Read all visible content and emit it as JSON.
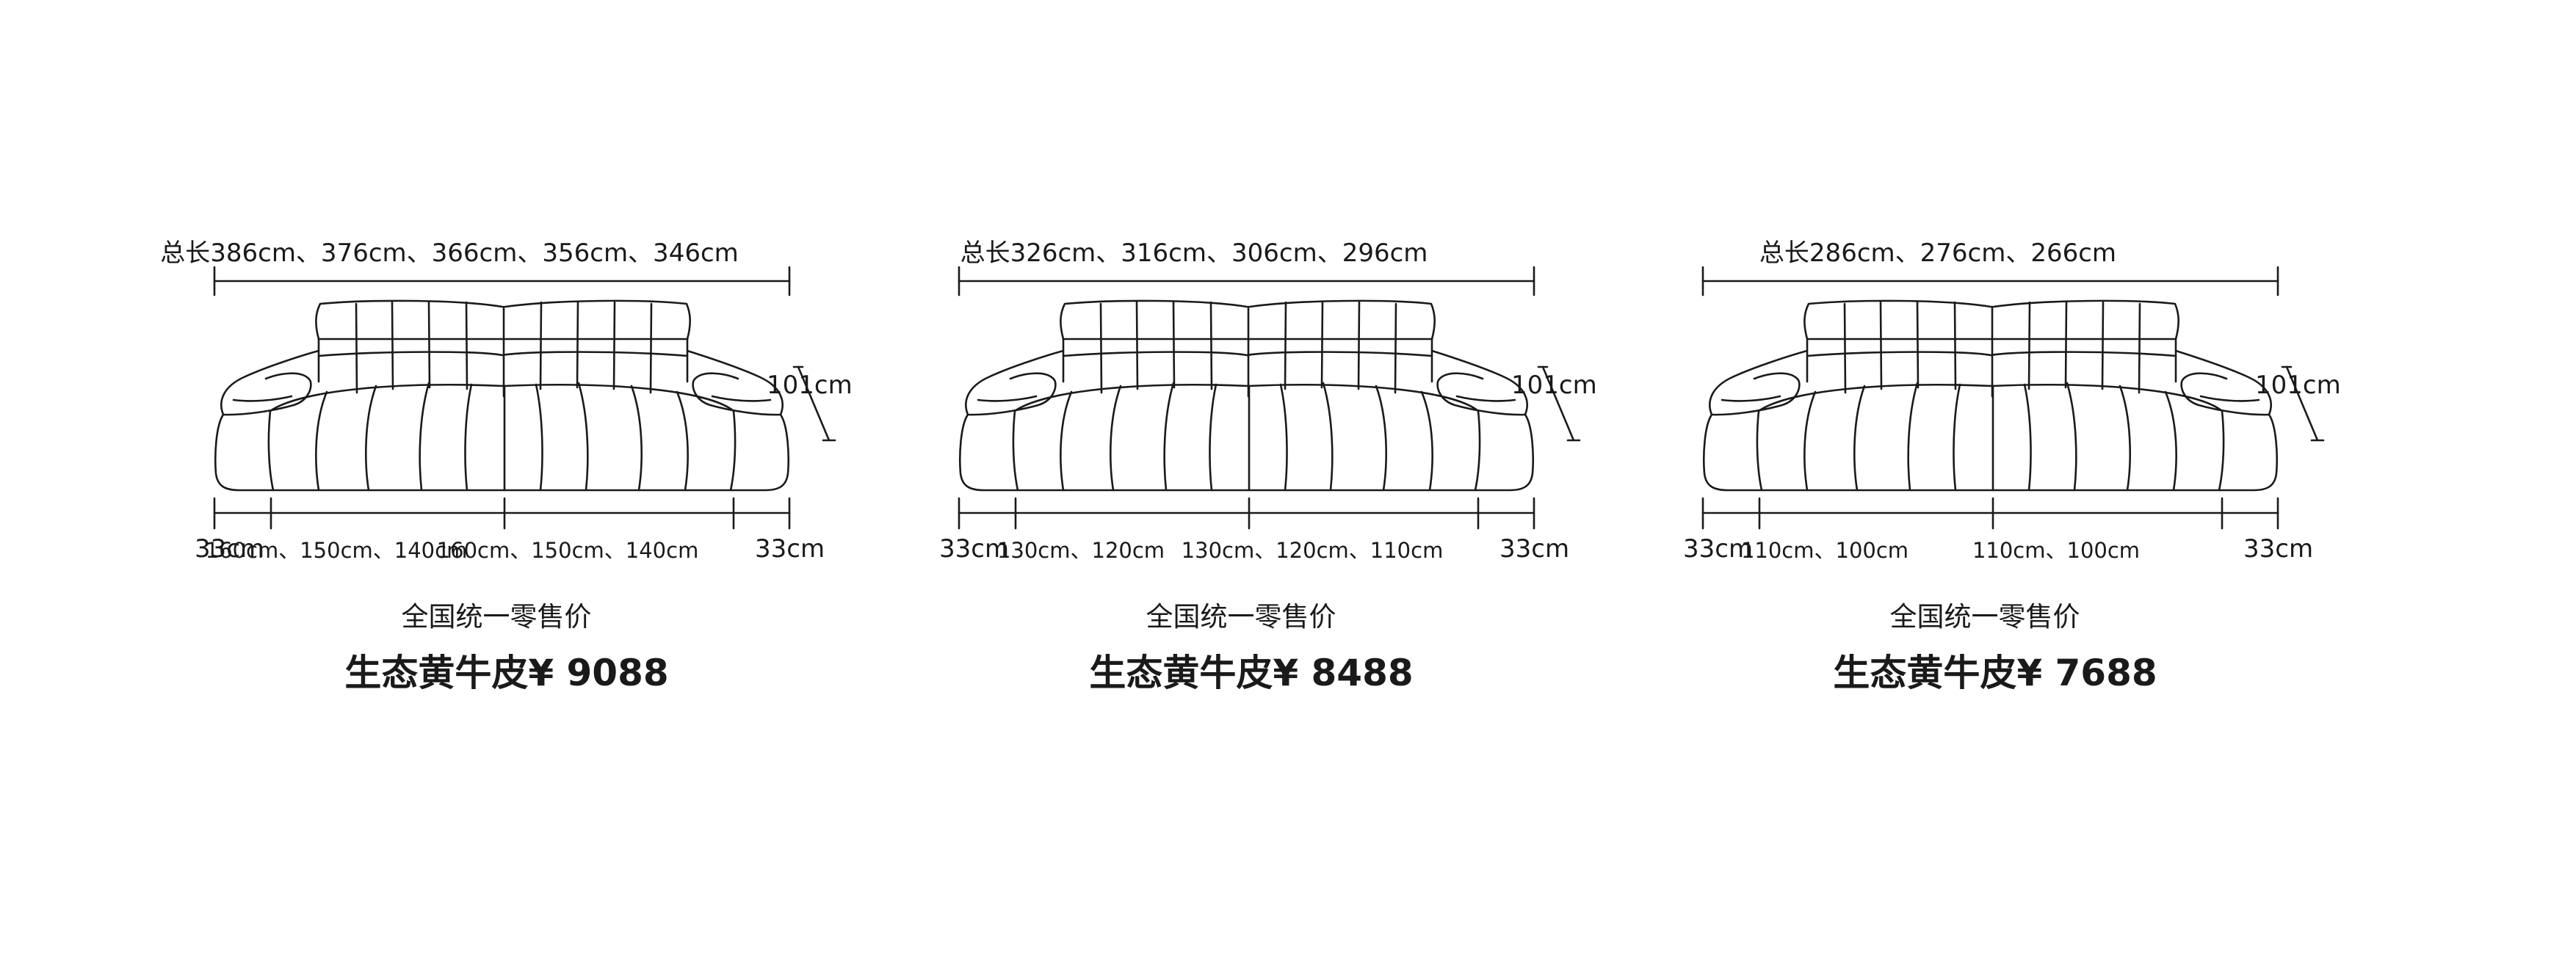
{
  "cards": [
    {
      "total_length": "总长386cm、376cm、366cm、356cm、346cm",
      "height": "101cm",
      "left_arm": "33cm",
      "seat_left": "160cm、150cm、140cm",
      "seat_right": "160cm、150cm、140cm",
      "right_arm": "33cm",
      "retail_label": "全国统一零售价",
      "price_text": "生态黄牛皮¥ 9088"
    },
    {
      "total_length": "总长326cm、316cm、306cm、296cm",
      "height": "101cm",
      "left_arm": "33cm",
      "seat_left": "130cm、120cm",
      "seat_right": "130cm、120cm、110cm",
      "right_arm": "33cm",
      "retail_label": "全国统一零售价",
      "price_text": "生态黄牛皮¥ 8488"
    },
    {
      "total_length": "总长286cm、276cm、266cm",
      "height": "101cm",
      "left_arm": "33cm",
      "seat_left": "110cm、100cm",
      "seat_right": "110cm、100cm",
      "right_arm": "33cm",
      "retail_label": "全国统一零售价",
      "price_text": "生态黄牛皮¥ 7688"
    }
  ]
}
